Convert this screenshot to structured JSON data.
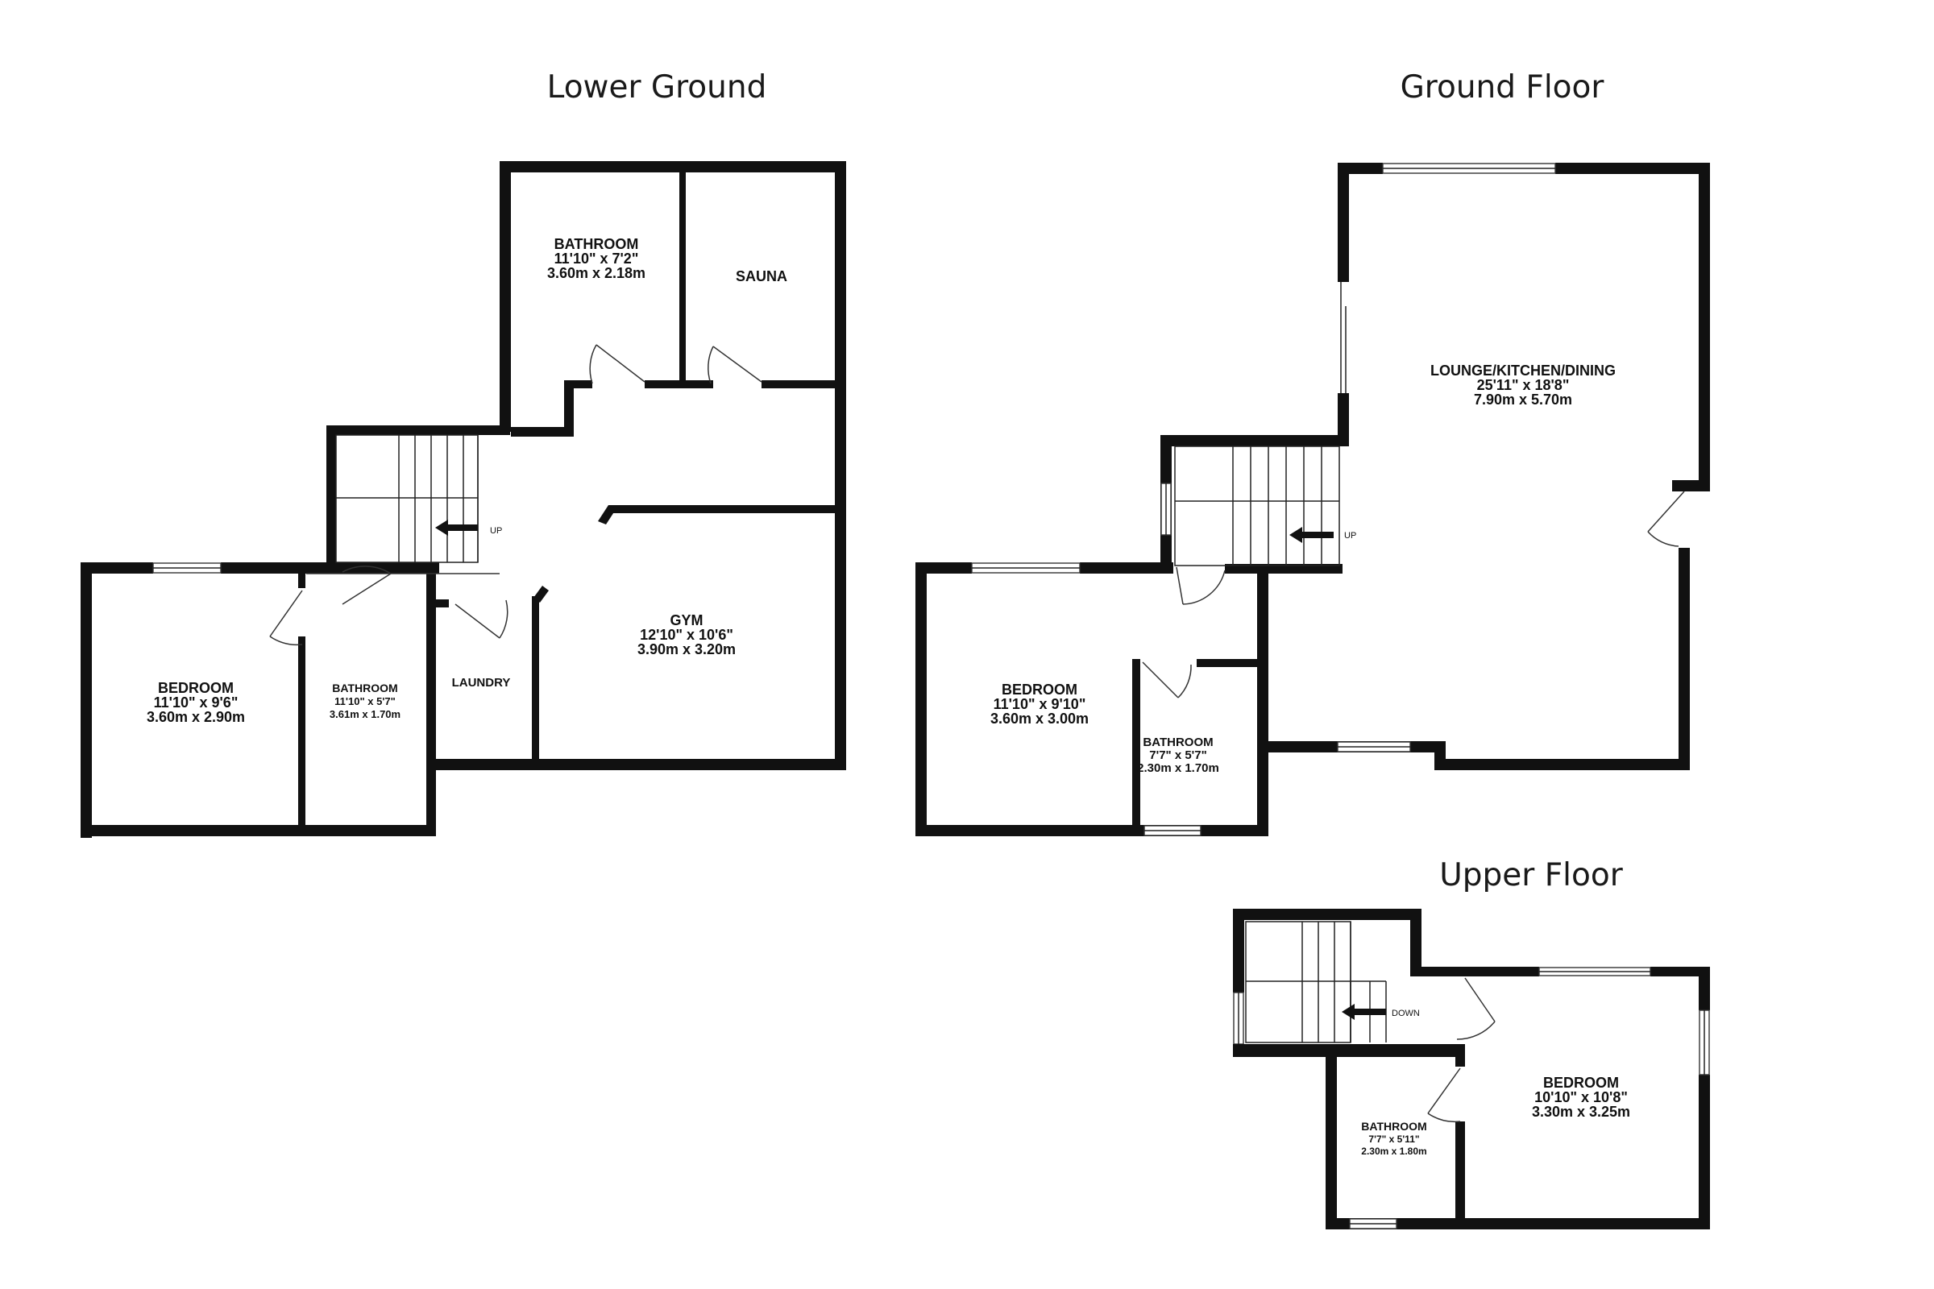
{
  "floors": {
    "lower_ground": {
      "title": "Lower Ground",
      "rooms": {
        "bathroom_top": [
          "BATHROOM",
          "11'10\"  x 7'2\"",
          "3.60m  x 2.18m"
        ],
        "sauna": [
          "SAUNA"
        ],
        "gym": [
          "GYM",
          "12'10\"  x 10'6\"",
          "3.90m  x 3.20m"
        ],
        "laundry": [
          "LAUNDRY"
        ],
        "bathroom_small": [
          "BATHROOM",
          "11'10\"  x 5'7\"",
          "3.61m  x 1.70m"
        ],
        "bedroom": [
          "BEDROOM",
          "11'10\"  x 9'6\"",
          "3.60m  x 2.90m"
        ]
      },
      "stair_label": "UP"
    },
    "ground": {
      "title": "Ground Floor",
      "rooms": {
        "lounge": [
          "LOUNGE/KITCHEN/DINING",
          "25'11\"  x 18'8\"",
          "7.90m  x 5.70m"
        ],
        "bedroom": [
          "BEDROOM",
          "11'10\"  x 9'10\"",
          "3.60m  x 3.00m"
        ],
        "bathroom": [
          "BATHROOM",
          "7'7\"  x 5'7\"",
          "2.30m  x 1.70m"
        ]
      },
      "stair_label": "UP"
    },
    "upper": {
      "title": "Upper Floor",
      "rooms": {
        "bedroom": [
          "BEDROOM",
          "10'10\"  x 10'8\"",
          "3.30m  x 3.25m"
        ],
        "bathroom": [
          "BATHROOM",
          "7'7\"  x 5'11\"",
          "2.30m  x 1.80m"
        ]
      },
      "stair_label": "DOWN"
    }
  },
  "colors": {
    "wall": "#111111",
    "background": "#ffffff",
    "line": "#333333"
  }
}
